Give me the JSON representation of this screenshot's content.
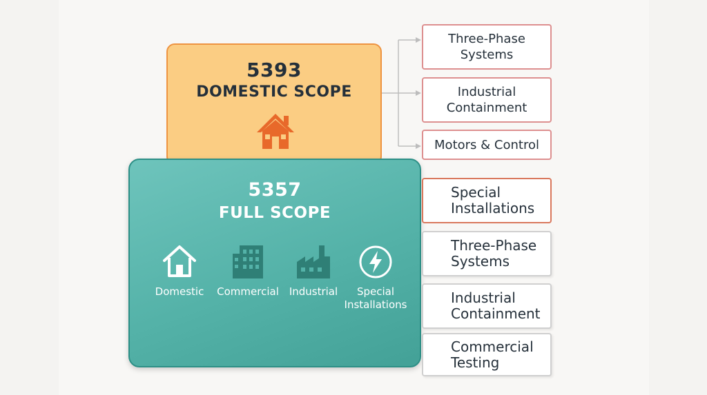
{
  "domestic": {
    "code": "5393",
    "scope": "DOMESTIC SCOPE",
    "icon": "house-icon",
    "colors": {
      "fill": "#fbcd83",
      "border": "#ee9340",
      "icon": "#e8692a"
    }
  },
  "full": {
    "code": "5357",
    "scope": "FULL SCOPE",
    "colors": {
      "fill": "#54b2a8",
      "border": "#2d8f86",
      "icon": "#2f7f76"
    },
    "categories": [
      {
        "icon": "house-outline-icon",
        "label": "Domestic"
      },
      {
        "icon": "building-icon",
        "label": "Commercial"
      },
      {
        "icon": "factory-icon",
        "label": "Industrial"
      },
      {
        "icon": "lightning-circle-icon",
        "label_line1": "Special",
        "label_line2": "Installations"
      }
    ]
  },
  "domestic_excludes": [
    {
      "line1": "Three-Phase",
      "line2": "Systems"
    },
    {
      "line1": "Industrial",
      "line2": "Containment"
    },
    {
      "line1": "Motors & Control"
    }
  ],
  "full_includes": [
    {
      "line1": "Special",
      "line2": "Installations"
    },
    {
      "line1": "Three-Phase",
      "line2": "Systems"
    },
    {
      "line1": "Industrial",
      "line2": "Containment"
    },
    {
      "line1": "Commercial",
      "line2": "Testing"
    }
  ]
}
